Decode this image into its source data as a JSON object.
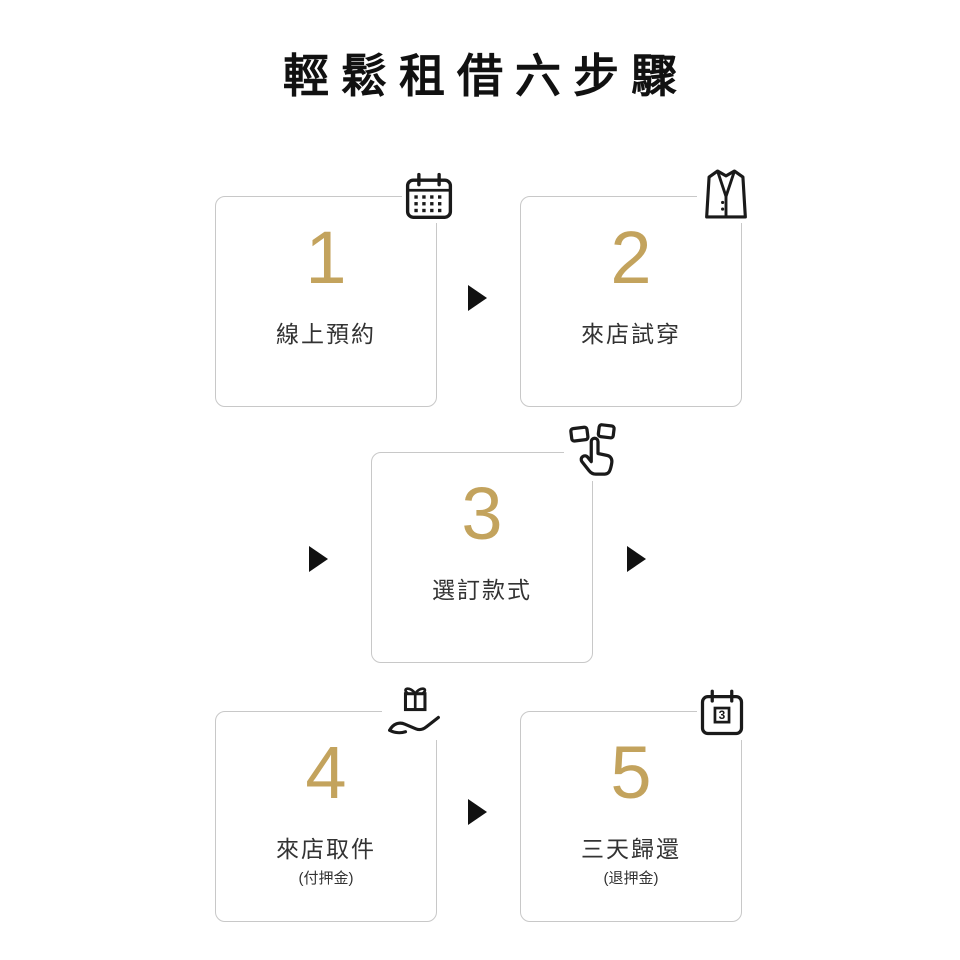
{
  "page": {
    "title": "輕鬆租借六步驟",
    "background": "#ffffff"
  },
  "colors": {
    "number_gold": "#c3a35d",
    "card_border": "#c8c8c8",
    "icon_black": "#1a1a1a",
    "label_dark": "#333333",
    "arrow_black": "#111111"
  },
  "steps": [
    {
      "number": "1",
      "label": "線上預約",
      "sublabel": "",
      "icon": "calendar-icon"
    },
    {
      "number": "2",
      "label": "來店試穿",
      "sublabel": "",
      "icon": "suit-jacket-icon"
    },
    {
      "number": "3",
      "label": "選訂款式",
      "sublabel": "",
      "icon": "tap-click-icon"
    },
    {
      "number": "4",
      "label": "來店取件",
      "sublabel": "(付押金)",
      "icon": "gift-hand-icon"
    },
    {
      "number": "5",
      "label": "三天歸還",
      "sublabel": "(退押金)",
      "icon": "calendar-return-icon"
    }
  ],
  "icons": {
    "calendar_return_day": "3"
  }
}
